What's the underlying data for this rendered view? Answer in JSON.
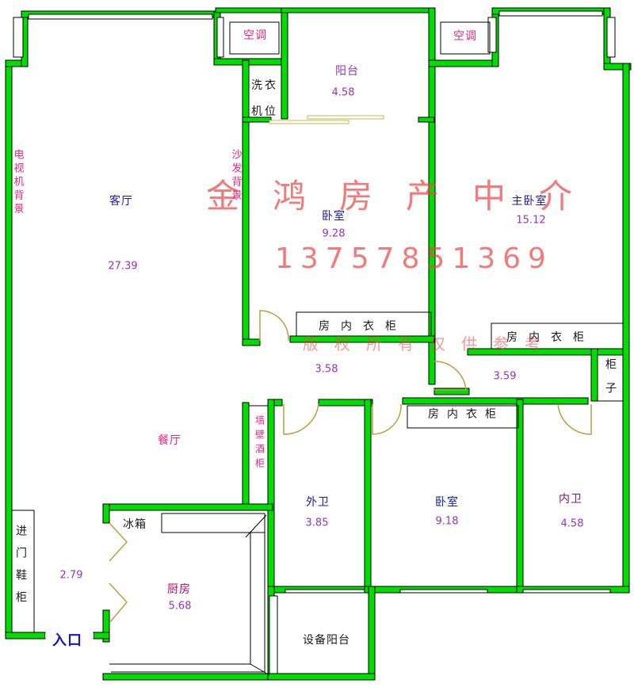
{
  "rooms": {
    "living": {
      "name": "客厅",
      "area": "27.39"
    },
    "dining": {
      "name": "餐厅"
    },
    "balcony": {
      "name": "阳台",
      "area": "4.58"
    },
    "bedroom1": {
      "name": "卧室",
      "area": "9.28"
    },
    "master": {
      "name": "主卧室",
      "area": "15.12"
    },
    "hall1": {
      "area": "3.58"
    },
    "hall2": {
      "area": "3.59"
    },
    "bath_outer": {
      "name": "外卫",
      "area": "3.85"
    },
    "bedroom2": {
      "name": "卧室",
      "area": "9.18"
    },
    "bath_inner": {
      "name": "内卫",
      "area": "4.58"
    },
    "kitchen": {
      "name": "厨房",
      "area": "5.68"
    },
    "entry": {
      "area": "2.79"
    },
    "equipment_balcony": {
      "name": "设备阳台"
    }
  },
  "fixtures": {
    "ac_left": "空调",
    "ac_right": "空调",
    "washer": "洗衣机位",
    "tv_wall": "电视机背景",
    "sofa_wall": "沙发背景",
    "wardrobe1": "房内衣柜",
    "wardrobe2": "房内衣柜",
    "wardrobe3": "房内衣柜",
    "cabinet": "柜子",
    "wine_cabinet": "墙壁酒柜",
    "fridge": "冰箱",
    "shoe_cabinet": "进门鞋柜",
    "entrance": "入口"
  },
  "watermark": {
    "agency": "金鸿房产中介",
    "phone": "13757851369",
    "notice": "版权所有仅供参考"
  },
  "colors": {
    "wall": "#00dd00",
    "outline": "#000000",
    "room_label": "#1a1aa6",
    "area_label": "#9b30c0",
    "annotation": "#e8287a",
    "watermark": "#ec4646"
  }
}
